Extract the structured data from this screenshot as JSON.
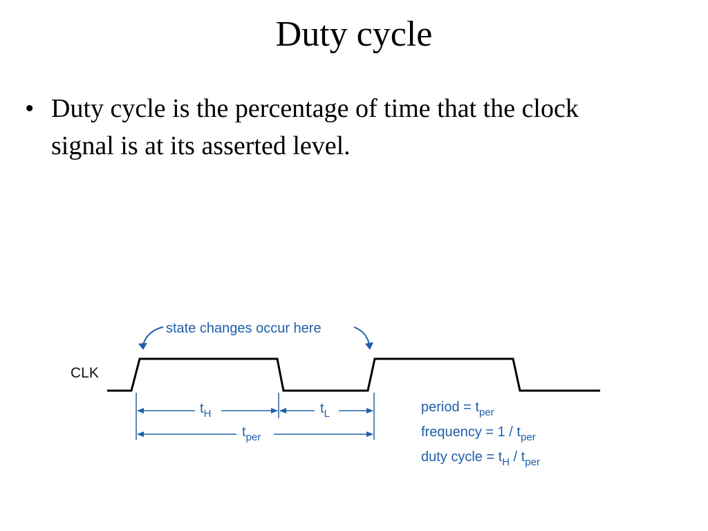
{
  "slide": {
    "title": "Duty cycle",
    "bullet": {
      "mark": "•",
      "text": "Duty cycle is the percentage of time that the clock signal is at its asserted level."
    }
  },
  "diagram": {
    "signal_label": "CLK",
    "annotation": "state changes occur here",
    "t_symbol": "t",
    "t_high_sub": "H",
    "t_low_sub": "L",
    "t_per_sub": "per",
    "formulas": {
      "period_prefix": "period = t",
      "period_sub": "per",
      "frequency_prefix": "frequency = 1 / t",
      "frequency_sub": "per",
      "duty_prefix": "duty cycle = t",
      "duty_sub_h": "H",
      "duty_mid": " / t",
      "duty_sub_per": "per"
    },
    "colors": {
      "annotation": "#1f5fa8",
      "signal": "#000000"
    }
  }
}
